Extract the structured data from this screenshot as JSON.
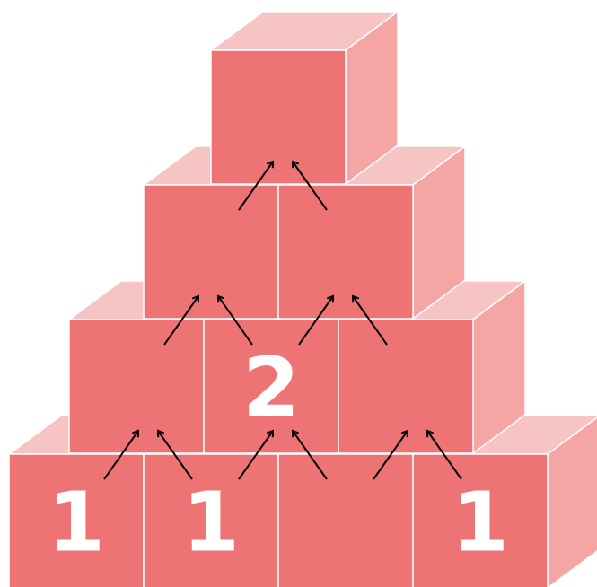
{
  "colors": {
    "front": "#ED7374",
    "top": "#F7C4C4",
    "side": "#F5A6A4",
    "edge": "#ffffff",
    "arrow": "#000000",
    "label": "#ffffff"
  },
  "pyramid": {
    "rows": [
      {
        "level": 4,
        "blocks": [
          {
            "label": ""
          }
        ]
      },
      {
        "level": 3,
        "blocks": [
          {
            "label": ""
          },
          {
            "label": ""
          }
        ]
      },
      {
        "level": 2,
        "blocks": [
          {
            "label": ""
          },
          {
            "label": "2"
          },
          {
            "label": ""
          }
        ]
      },
      {
        "level": 1,
        "blocks": [
          {
            "label": "1"
          },
          {
            "label": "1"
          },
          {
            "label": ""
          },
          {
            "label": "1"
          }
        ]
      }
    ]
  }
}
